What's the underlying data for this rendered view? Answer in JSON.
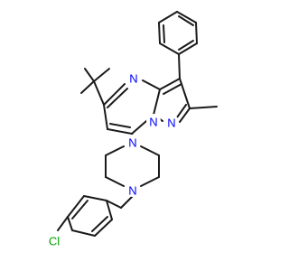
{
  "molecule": {
    "atoms": {
      "n_pyrimidine": {
        "symbol": "N",
        "color": "#0000ff"
      },
      "n_bridge": {
        "symbol": "N",
        "color": "#0000ff"
      },
      "n_pyrazole": {
        "symbol": "N",
        "color": "#0000ff"
      },
      "n_pip_top": {
        "symbol": "N",
        "color": "#0000ff"
      },
      "n_pip_bottom": {
        "symbol": "N",
        "color": "#0000ff"
      },
      "cl": {
        "symbol": "Cl",
        "color": "#00a000"
      }
    },
    "bond_color": "#1a1a1a"
  }
}
